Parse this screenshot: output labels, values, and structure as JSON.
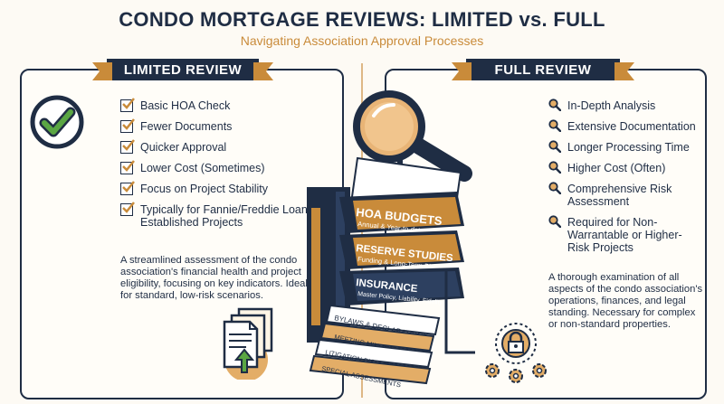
{
  "header": {
    "title": "CONDO MORTGAGE REVIEWS: LIMITED vs. FULL",
    "subtitle": "Navigating Association Approval Processes"
  },
  "limited": {
    "banner": "LIMITED REVIEW",
    "items": [
      {
        "label": "Basic HOA Check"
      },
      {
        "label": "Fewer Documents"
      },
      {
        "label": "Quicker Approval"
      },
      {
        "label": "Lower Cost (Sometimes)"
      },
      {
        "label": "Focus on Project Stability"
      },
      {
        "label": "Typically for Fannie/Freddie Loans on Established Projects"
      }
    ],
    "description": "A streamlined assessment of the condo association's financial health and project eligibility, focusing on key indicators. Ideal for standard, low-risk scenarios."
  },
  "full": {
    "banner": "FULL REVIEW",
    "items": [
      {
        "label": "In-Depth Analysis"
      },
      {
        "label": "Extensive Documentation"
      },
      {
        "label": "Longer Processing Time"
      },
      {
        "label": "Higher Cost (Often)"
      },
      {
        "label": "Comprehensive Risk Assessment"
      },
      {
        "label": "Required for Non-Warrantable or Higher-Risk Projects"
      }
    ],
    "description": "A thorough examination of all aspects of the condo association's operations, finances, and legal standing. Necessary for complex or non-standard properties."
  },
  "books": {
    "hoa_budgets": "HOA BUDGETS",
    "hoa_budgets_sub": "Annual & Year-to-date",
    "reserve_studies": "RESERVE STUDIES",
    "reserve_studies_sub": "Funding & Long-Term Plans",
    "insurance": "INSURANCE",
    "insurance_sub": "Master Policy, Liability, Fidelity",
    "bylaws": "BYLAWS & DECLARATIONS",
    "meeting_minutes": "MEETING MINUTES",
    "litigation": "LITIGATION DISCLOSURES",
    "special_assessments": "SPECIAL ASSESSMENTS"
  },
  "colors": {
    "navy": "#1f2d44",
    "gold": "#c98b3a",
    "green": "#5aa643",
    "cream": "#fdfaf4"
  }
}
